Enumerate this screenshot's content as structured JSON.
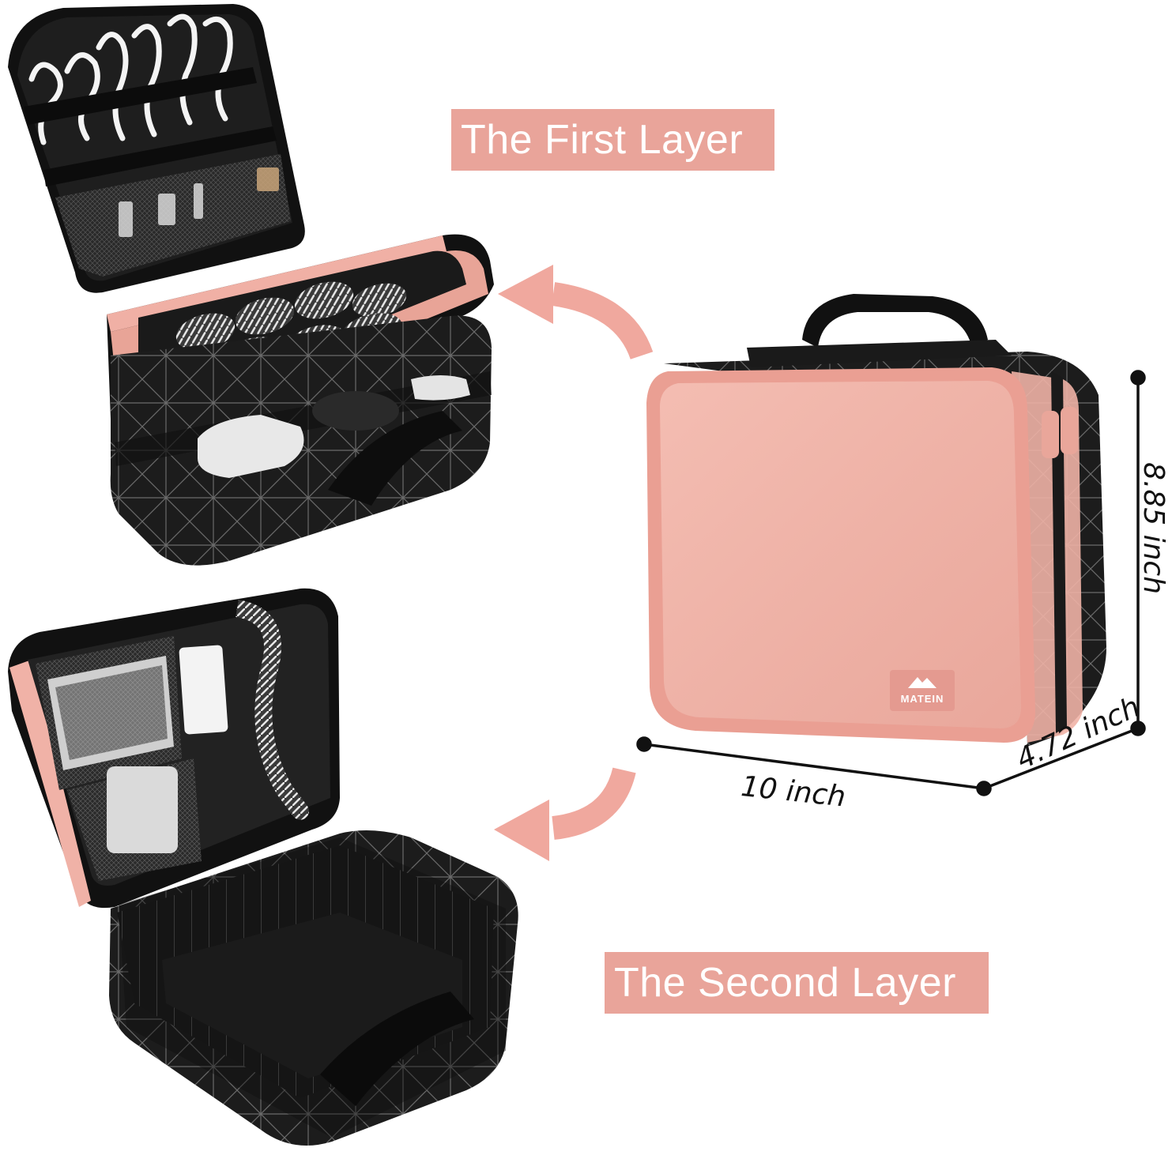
{
  "labels": {
    "first_layer": "The First Layer",
    "second_layer": "The Second Layer"
  },
  "dimensions": {
    "width": "10 inch",
    "depth": "4.72 inch",
    "height": "8.85 inch"
  },
  "brand": {
    "name": "MATEIN"
  },
  "colors": {
    "accent_pink": "#e9a49a",
    "case_pink": "#f1b5aa",
    "case_black": "#1b1b1b",
    "arrow_pink": "#f0a89e"
  },
  "icons": [
    "curved-arrow-up-icon",
    "curved-arrow-down-icon",
    "mountain-logo-icon"
  ]
}
